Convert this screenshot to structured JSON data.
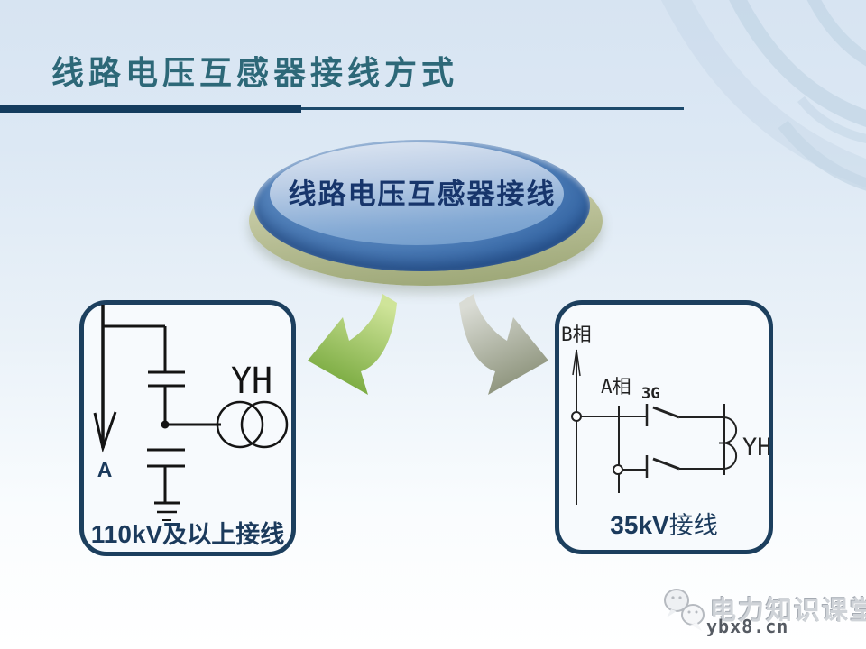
{
  "slide": {
    "title": "线路电压互感器接线方式",
    "bubble_label": "线路电压互感器接线",
    "left_panel": {
      "caption_num": "110kV",
      "caption_rest": "及以上接线",
      "labels": {
        "yh": "YH",
        "phase_a": "A"
      }
    },
    "right_panel": {
      "caption_num": "35kV",
      "caption_rest": "接线",
      "labels": {
        "phase_b": "B相",
        "phase_a": "A相",
        "switch": "3G",
        "yh": "YH"
      }
    },
    "watermark": {
      "brand": "电力知识课堂",
      "site": "ybx8.cn"
    },
    "colors": {
      "accent_navy": "#143c5e",
      "title_teal": "#2d6878",
      "box_border": "#1c3f5e",
      "caption_navy": "#1b3a5c",
      "bubble_blue": "#4a7ab5",
      "bubble_khaki": "#b3ba8e",
      "arrow_green": "#6da233",
      "arrow_gray": "#82896f",
      "background_blue": "#dce8f4"
    }
  }
}
